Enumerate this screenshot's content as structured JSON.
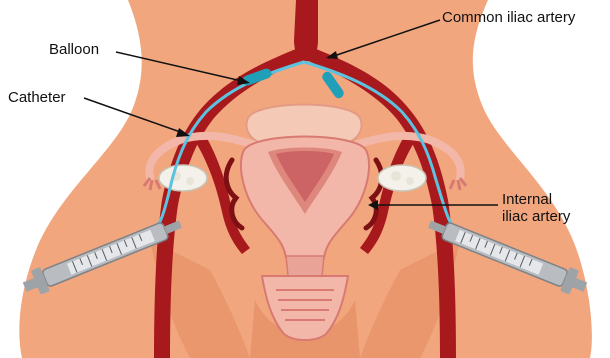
{
  "labels": {
    "common_iliac_artery": "Common iliac artery",
    "balloon": "Balloon",
    "catheter": "Catheter",
    "internal_iliac_artery_line1": "Internal",
    "internal_iliac_artery_line2": "iliac artery"
  },
  "colors": {
    "skin": "#f1a67e",
    "skin_shadow": "#e48a60",
    "artery": "#a8191e",
    "artery_dark": "#7e0f13",
    "catheter": "#5bc3e0",
    "balloon": "#1f9fb8",
    "uterus": "#f2b7a8",
    "uterus_dark": "#d87a72",
    "ovary": "#f3f1ea",
    "syringe": "#b9bdc2"
  }
}
